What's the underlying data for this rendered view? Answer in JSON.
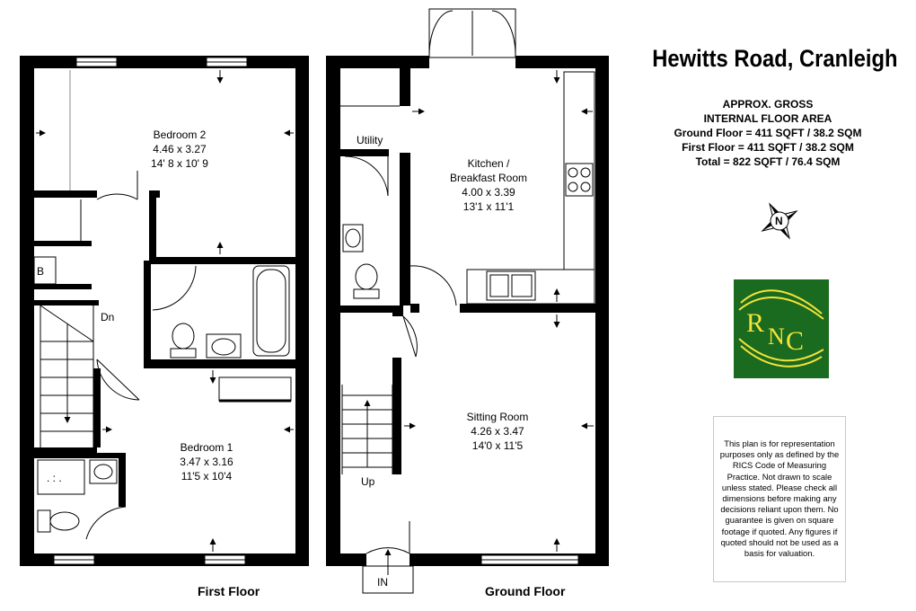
{
  "title": "Hewitts Road, Cranleigh",
  "area": {
    "line1": "APPROX. GROSS",
    "line2": "INTERNAL FLOOR AREA",
    "ground": "Ground Floor = 411 SQFT / 38.2 SQM",
    "first": "First Floor = 411 SQFT / 38.2 SQM",
    "total": "Total = 822 SQFT / 76.4 SQM"
  },
  "compass": {
    "letter": "N"
  },
  "logo": {
    "r": "R",
    "n": "N",
    "c": "C",
    "color": "#1a6a1f",
    "accent": "#f4e33a"
  },
  "disclaimer": "This plan is for representation purposes only as defined by the RICS Code of Measuring Practice. Not drawn to scale unless stated. Please check all dimensions before making any decisions reliant upon them. No guarantee is given on square footage if quoted. Any figures if quoted should not be used as a basis for valuation.",
  "first_floor": {
    "label": "First Floor",
    "bedroom2": {
      "name": "Bedroom 2",
      "metric": "4.46 x 3.27",
      "imperial": "14' 8 x 10' 9"
    },
    "bedroom1": {
      "name": "Bedroom 1",
      "metric": "3.47 x 3.16",
      "imperial": "11'5 x 10'4"
    },
    "boiler": "B",
    "stairs": "Dn"
  },
  "ground_floor": {
    "label": "Ground Floor",
    "utility": "Utility",
    "kitchen": {
      "name_line1": "Kitchen /",
      "name_line2": "Breakfast Room",
      "metric": "4.00 x 3.39",
      "imperial": "13'1 x 11'1"
    },
    "sitting": {
      "name": "Sitting Room",
      "metric": "4.26 x 3.47",
      "imperial": "14'0 x 11'5"
    },
    "stairs": "Up",
    "entrance": "IN"
  }
}
